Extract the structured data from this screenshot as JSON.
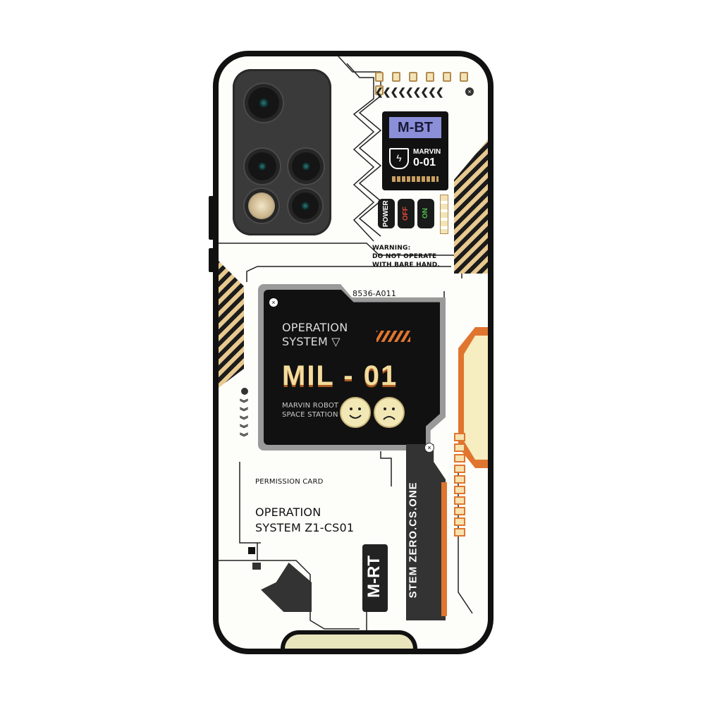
{
  "product": {
    "type": "phone case",
    "colors": {
      "case_edge": "#111111",
      "background": "#fdfdf9",
      "accent_orange": "#e0752f",
      "accent_cream": "#f2e8b6",
      "badge_purple": "#8b8fd8"
    }
  },
  "top_panel": {
    "badge": "M-BT",
    "marvin_label": "MARVIN",
    "marvin_code": "0-01",
    "switches": [
      "POWER",
      "OFF",
      "ON"
    ]
  },
  "warning": {
    "line1": "WARNING:",
    "line2": "DO NOT OPERATE",
    "line3": "WITH BARE HAND."
  },
  "screen": {
    "code": "8536-A011",
    "title_line1": "OPERATION",
    "title_line2": "SYSTEM",
    "big_label": "MIL - 01",
    "sub_line1": "MARVIN ROBOT",
    "sub_line2": "SPACE STATION"
  },
  "permission": {
    "label": "PERMISSION CARD",
    "line1": "OPERATION",
    "line2": "SYSTEM Z1-CS01"
  },
  "bottom": {
    "badge": "M-RT",
    "vertical_text": "STEM ZERO.CS.ONE"
  },
  "icons": [
    "camera-lens-icon",
    "flash-icon",
    "lightning-shield-icon",
    "triangle-icon",
    "smile-face-icon",
    "sad-face-icon",
    "chevron-icon",
    "close-circle-icon"
  ]
}
